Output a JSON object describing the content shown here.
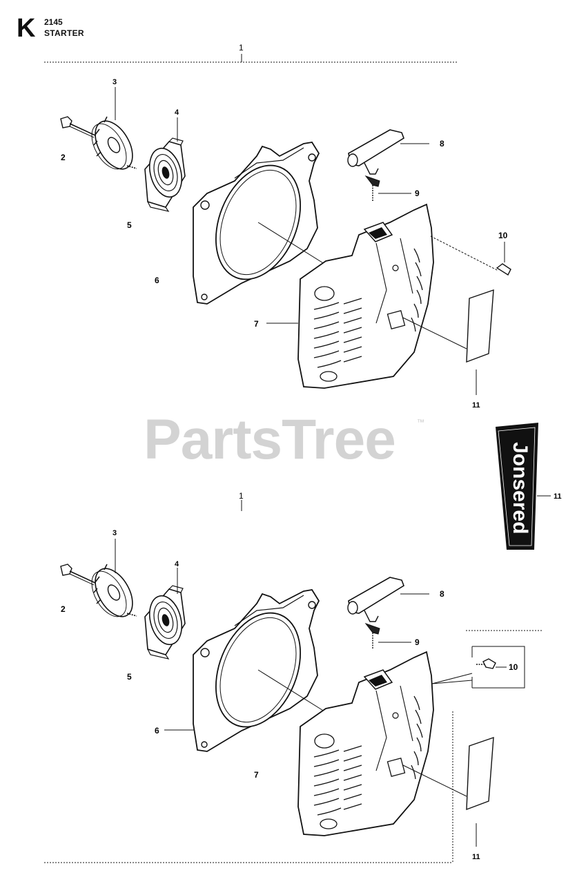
{
  "header": {
    "section_letter": "K",
    "model": "2145",
    "title": "STARTER"
  },
  "watermark": {
    "text": "PartsTree",
    "tm": "™"
  },
  "brand_label": {
    "text": "Jonsered"
  },
  "diagram_top": {
    "labels": {
      "p1": "1",
      "p2": "2",
      "p3": "3",
      "p4": "4",
      "p5": "5",
      "p6": "6",
      "p7": "7",
      "p8": "8",
      "p9": "9",
      "p10": "10",
      "p11": "11"
    }
  },
  "diagram_bottom": {
    "labels": {
      "p1": "1",
      "p2": "2",
      "p3": "3",
      "p4": "4",
      "p5": "5",
      "p6": "6",
      "p7": "7",
      "p8": "8",
      "p9": "9",
      "p10": "10",
      "p11": "11"
    }
  },
  "decal_callout": "11"
}
